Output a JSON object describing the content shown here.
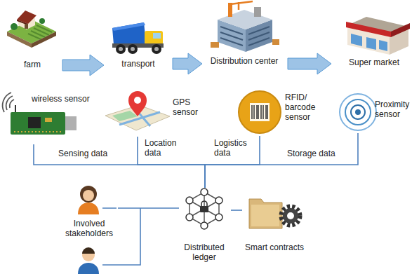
{
  "diagram": {
    "nodes": [
      {
        "text": [
          "farm"
        ]
      },
      {
        "text": [
          "transport"
        ]
      },
      {
        "text": [
          "Distribution center"
        ]
      },
      {
        "text": [
          "Super market"
        ]
      },
      {
        "text": [
          "wireless sensor"
        ]
      },
      {
        "text": [
          "GPS sensor"
        ]
      },
      {
        "text": [
          "RFID/ barcode sensor"
        ]
      },
      {
        "text": [
          "Proximity sensor"
        ]
      },
      {
        "text": [
          "Involved stakeholders"
        ]
      },
      {
        "text": [
          "Distributed ledger"
        ]
      },
      {
        "text": [
          "Smart contracts"
        ]
      }
    ],
    "edges": [
      {
        "from": 0,
        "to": 1,
        "arrow": "to"
      },
      {
        "from": 1,
        "to": 2,
        "arrow": "to"
      },
      {
        "from": 2,
        "to": 3,
        "arrow": "to"
      },
      {
        "from": 4,
        "to": 9,
        "label": "Sensing data",
        "arrow": "none"
      },
      {
        "from": 5,
        "to": 9,
        "label": "Location data",
        "arrow": "none"
      },
      {
        "from": 6,
        "to": 9,
        "label": "Logistics data",
        "arrow": "none"
      },
      {
        "from": 7,
        "to": 9,
        "label": "Storage data",
        "arrow": "none"
      },
      {
        "from": 8,
        "to": 9,
        "arrow": "none"
      },
      {
        "from": 9,
        "to": 10,
        "arrow": "none"
      }
    ]
  }
}
